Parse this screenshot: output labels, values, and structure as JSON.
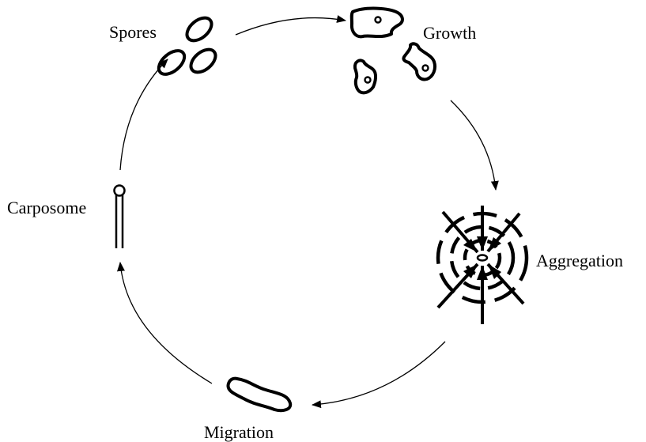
{
  "stages": {
    "spores": "Spores",
    "growth": "Growth",
    "aggregation": "Aggregation",
    "migration": "Migration",
    "carposome": "Carposome"
  }
}
